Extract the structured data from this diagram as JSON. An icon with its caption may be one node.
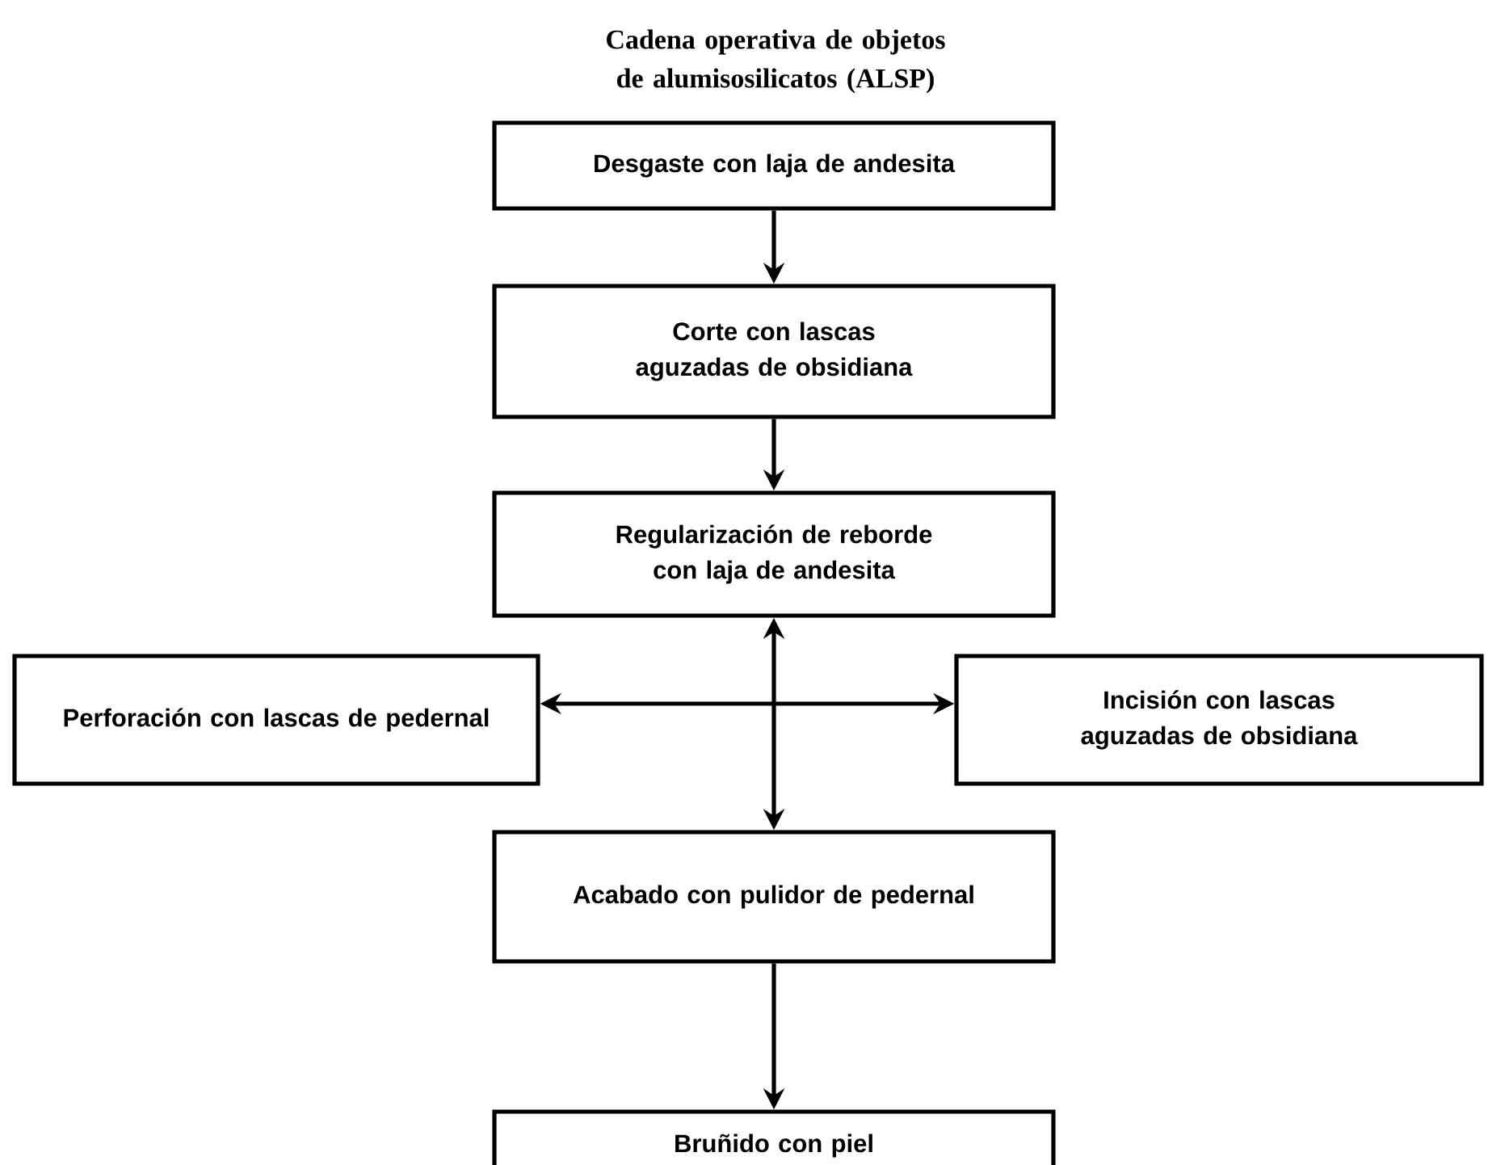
{
  "diagram": {
    "title": "Cadena operativa de objetos de alumisosilicatos (ALSP)",
    "nodes": [
      {
        "text": [
          "Desgaste con laja de andesita"
        ]
      },
      {
        "text": [
          "Corte con lascas aguzadas de obsidiana"
        ]
      },
      {
        "text": [
          "Regularización de reborde con laja de andesita"
        ]
      },
      {
        "text": [
          "Perforación con lascas de pedernal"
        ]
      },
      {
        "text": [
          "Incisión con lascas aguzadas de obsidiana"
        ]
      },
      {
        "text": [
          "Acabado con pulidor de pedernal"
        ]
      },
      {
        "text": [
          "Bruñido con piel"
        ]
      }
    ],
    "edges": [
      {
        "from": 0,
        "to": 1,
        "arrow": "to"
      },
      {
        "from": 1,
        "to": 2,
        "arrow": "to"
      },
      {
        "from": 2,
        "to": 5,
        "arrow": "both"
      },
      {
        "from": 3,
        "to": 4,
        "arrow": "both"
      },
      {
        "from": 5,
        "to": 6,
        "arrow": "to"
      }
    ]
  }
}
